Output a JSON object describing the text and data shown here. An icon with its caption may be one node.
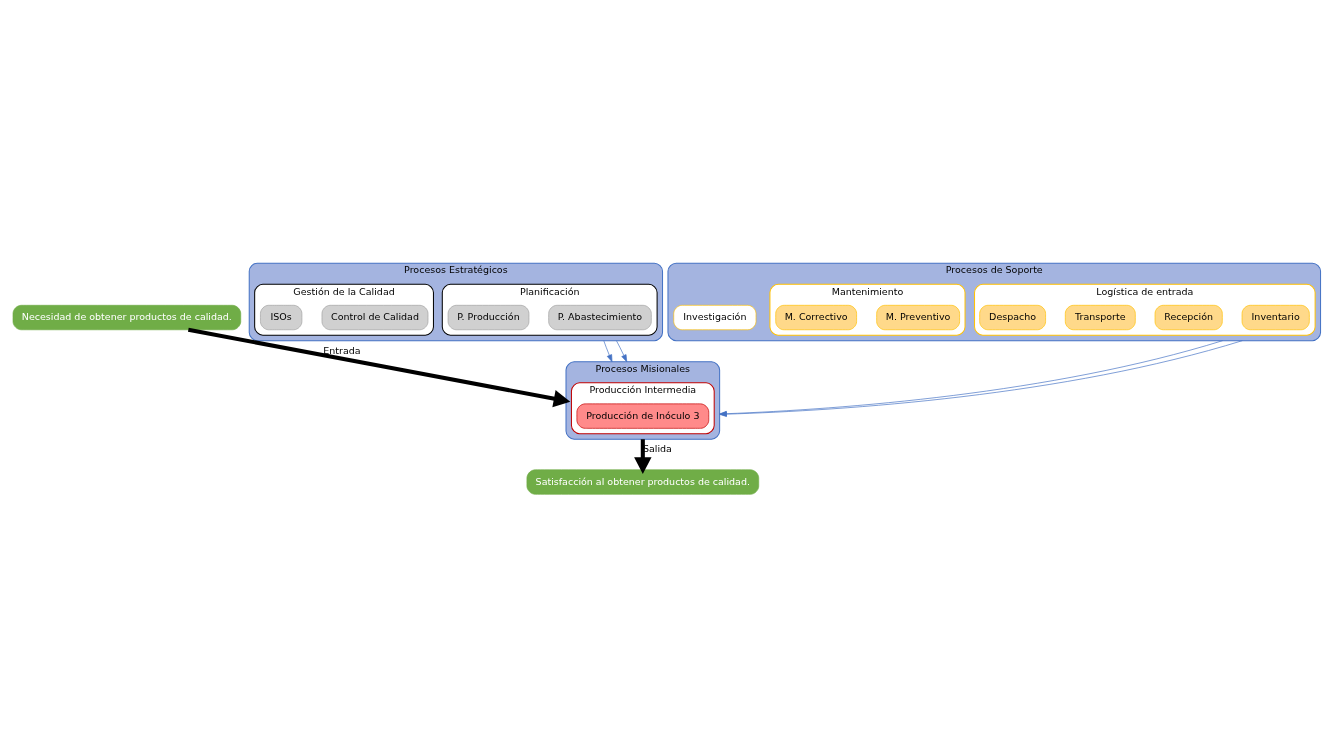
{
  "diagram": {
    "nodes": [
      {
        "text": [
          "Necesidad de obtener productos de calidad."
        ]
      },
      {
        "text": [
          "Procesos Estratégicos"
        ]
      },
      {
        "text": [
          "Planificación"
        ],
        "in": 1
      },
      {
        "text": [
          "P. Abastecimiento"
        ],
        "in": 2
      },
      {
        "text": [
          "P. Producción"
        ],
        "in": 2
      },
      {
        "text": [
          "Gestión de la Calidad"
        ],
        "in": 1
      },
      {
        "text": [
          "Control de Calidad"
        ],
        "in": 5
      },
      {
        "text": [
          "ISOs"
        ],
        "in": 5
      },
      {
        "text": [
          "Procesos Misionales"
        ]
      },
      {
        "text": [
          "Producción Intermedia"
        ],
        "in": 8
      },
      {
        "text": [
          "Producción de Inóculo 3"
        ],
        "in": 9
      },
      {
        "text": [
          "Procesos de Soporte"
        ]
      },
      {
        "text": [
          "Logística de entrada"
        ],
        "in": 11
      },
      {
        "text": [
          "Inventario"
        ],
        "in": 12
      },
      {
        "text": [
          "Recepción"
        ],
        "in": 12
      },
      {
        "text": [
          "Transporte"
        ],
        "in": 12
      },
      {
        "text": [
          "Despacho"
        ],
        "in": 12
      },
      {
        "text": [
          "Mantenimiento"
        ],
        "in": 11
      },
      {
        "text": [
          "M. Preventivo"
        ],
        "in": 17
      },
      {
        "text": [
          "M. Correctivo"
        ],
        "in": 17
      },
      {
        "text": [
          "Investigación"
        ],
        "in": 11
      },
      {
        "text": [
          "Satisfacción al obtener productos de calidad."
        ]
      }
    ],
    "edges": [
      {
        "from": 0,
        "to": 8,
        "arrow": "to",
        "label": "Entrada",
        "style": "thick",
        "color": "#000000"
      },
      {
        "from": 1,
        "to": 8,
        "arrow": "to"
      },
      {
        "from": 1,
        "to": 8,
        "arrow": "to"
      },
      {
        "from": 11,
        "to": 8,
        "arrow": "to"
      },
      {
        "from": 11,
        "to": 8,
        "arrow": "to"
      },
      {
        "from": 8,
        "to": 21,
        "arrow": "to",
        "label": "Salida",
        "style": "thick",
        "color": "#000000"
      }
    ]
  }
}
